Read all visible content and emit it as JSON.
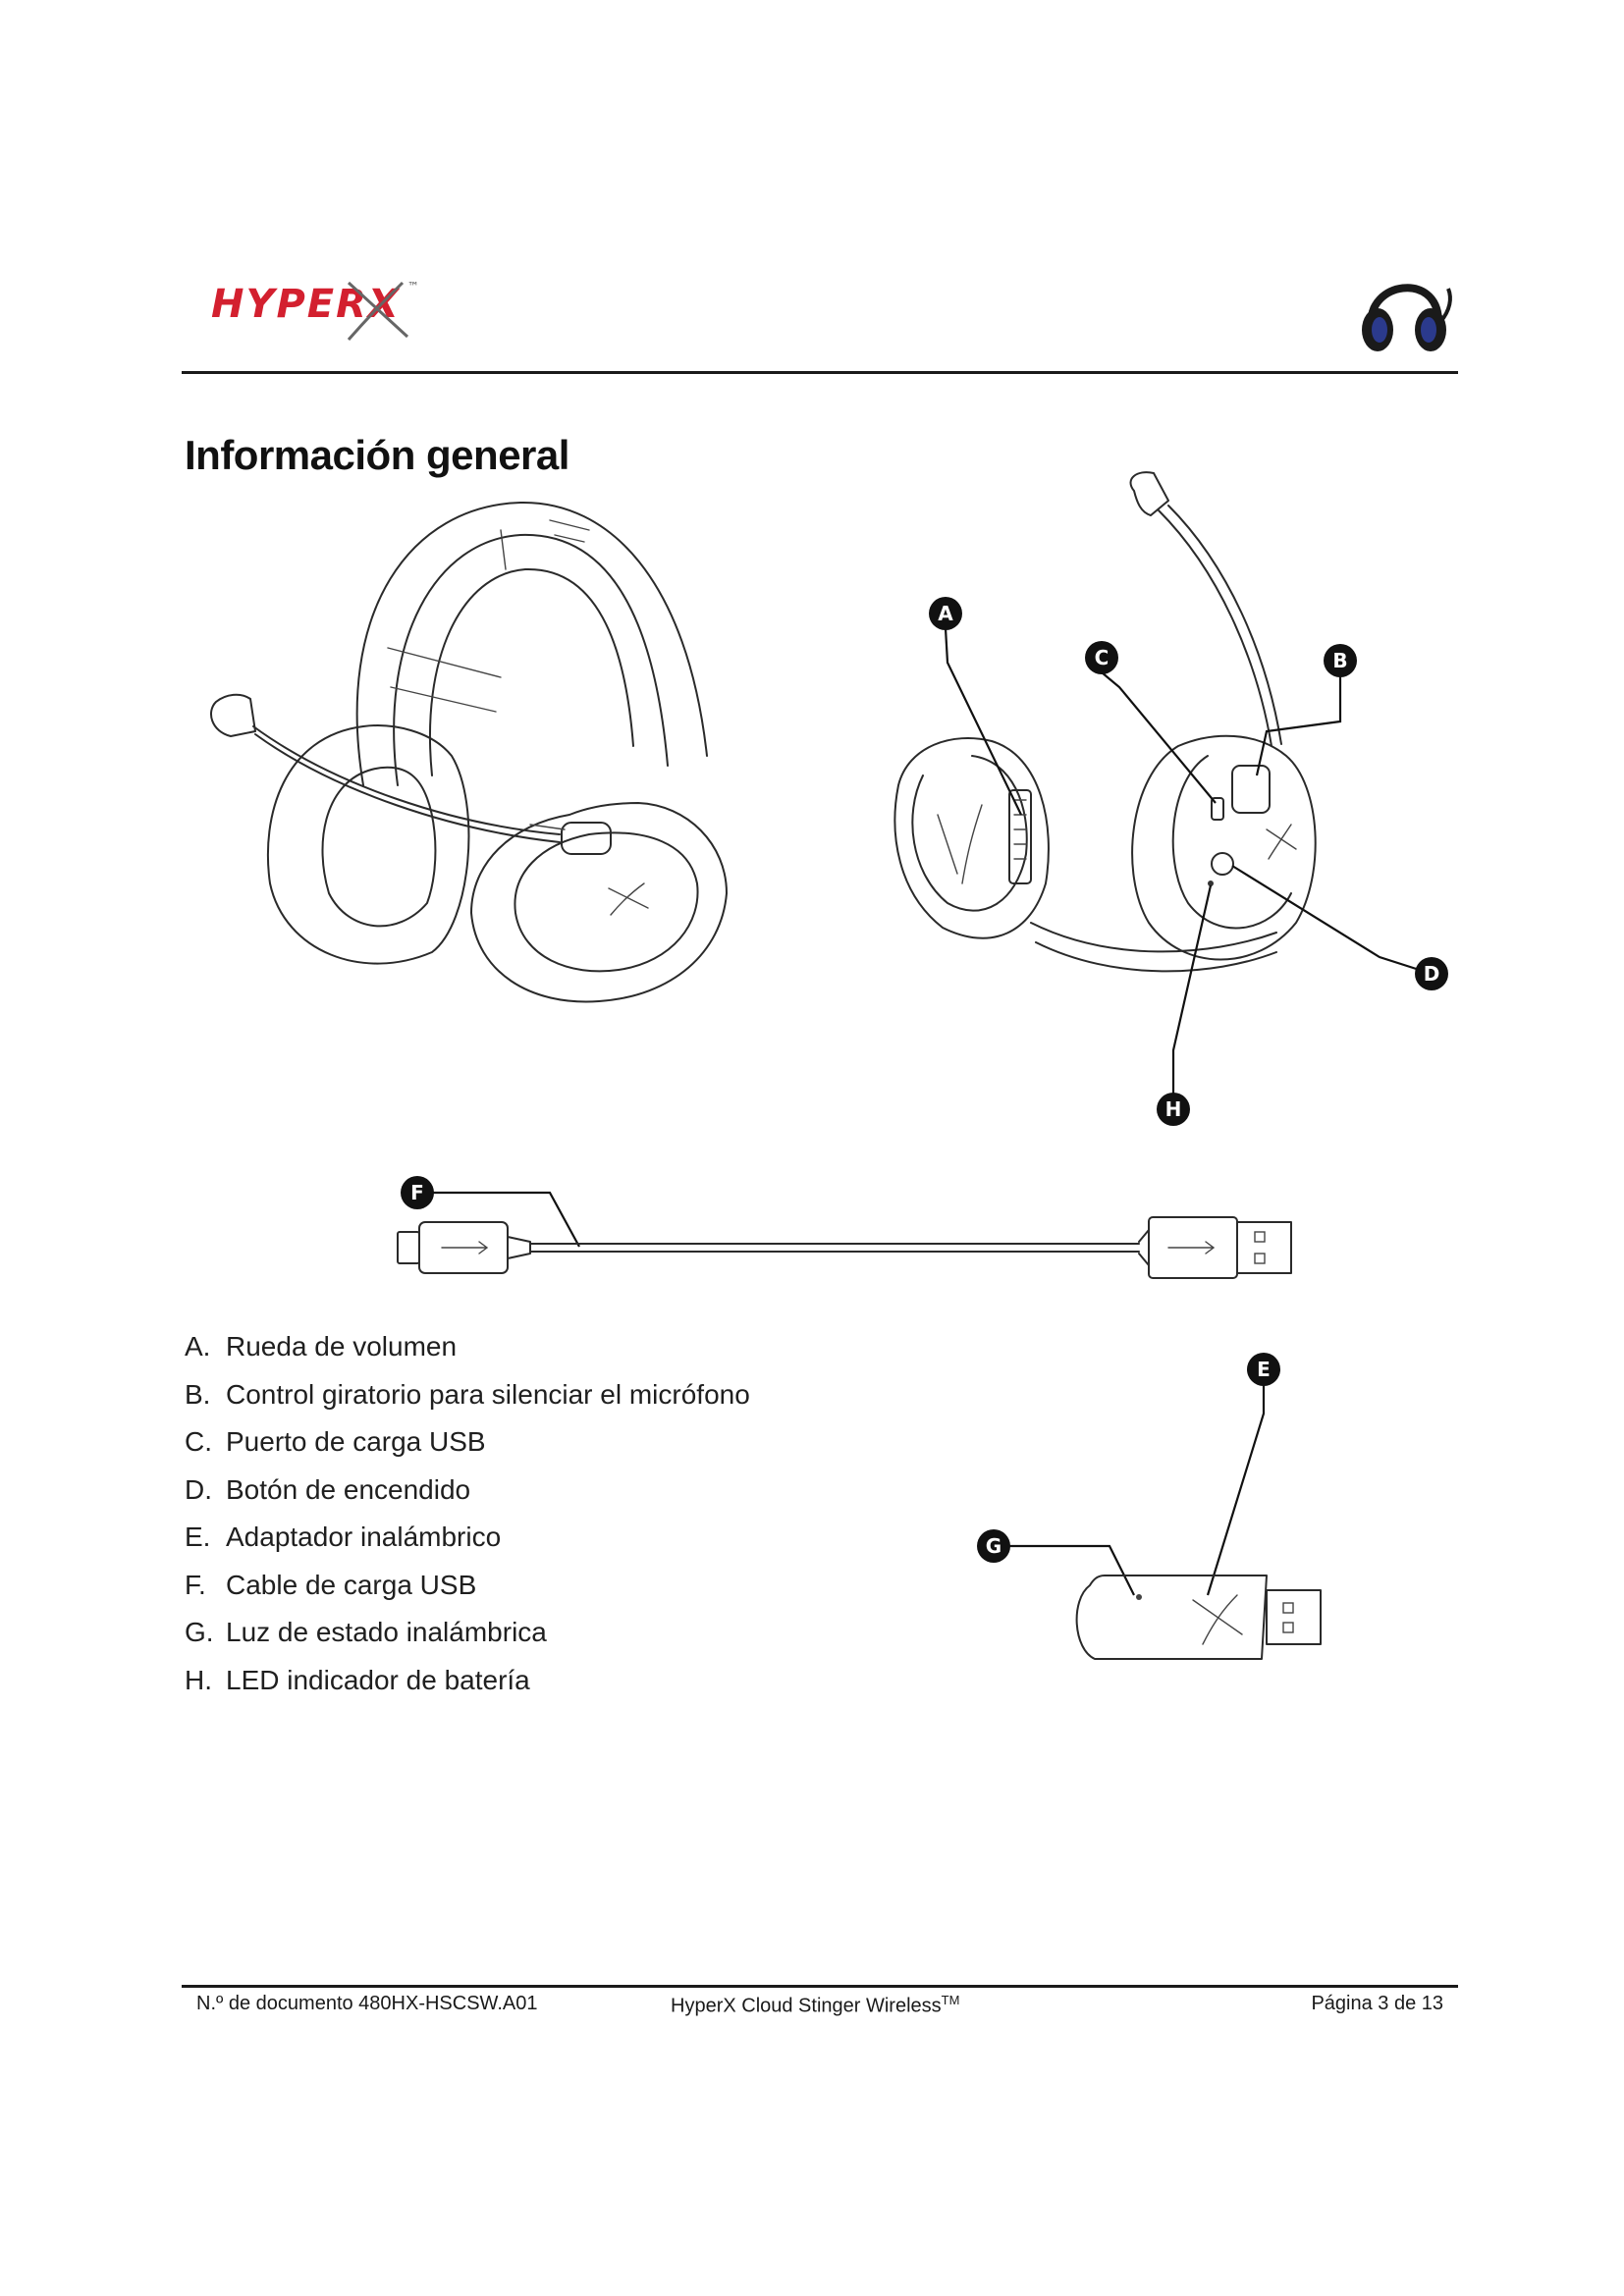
{
  "header": {
    "brand_logo": "HYPERX",
    "brand_trademark": "™"
  },
  "title": "Información general",
  "callouts": {
    "a": "A",
    "b": "B",
    "c": "C",
    "d": "D",
    "e": "E",
    "f": "F",
    "g": "G",
    "h": "H"
  },
  "legend": [
    {
      "letter": "A.",
      "text": "Rueda de volumen"
    },
    {
      "letter": "B.",
      "text": "Control giratorio para silenciar el micrófono"
    },
    {
      "letter": "C.",
      "text": "Puerto de carga USB"
    },
    {
      "letter": "D.",
      "text": "Botón de encendido"
    },
    {
      "letter": "E.",
      "text": "Adaptador inalámbrico"
    },
    {
      "letter": "F.",
      "text": "Cable de carga USB"
    },
    {
      "letter": "G.",
      "text": "Luz de estado inalámbrica"
    },
    {
      "letter": "H.",
      "text": "LED indicador de batería"
    }
  ],
  "footer": {
    "doc_number": "N.º de documento 480HX-HSCSW.A01",
    "product": "HyperX Cloud Stinger Wireless",
    "product_tm": "TM",
    "page": "Página 3 de 13"
  },
  "colors": {
    "brand_red": "#d3202f",
    "headset_blue": "#2b3a8c",
    "ink": "#1a1a1a"
  }
}
